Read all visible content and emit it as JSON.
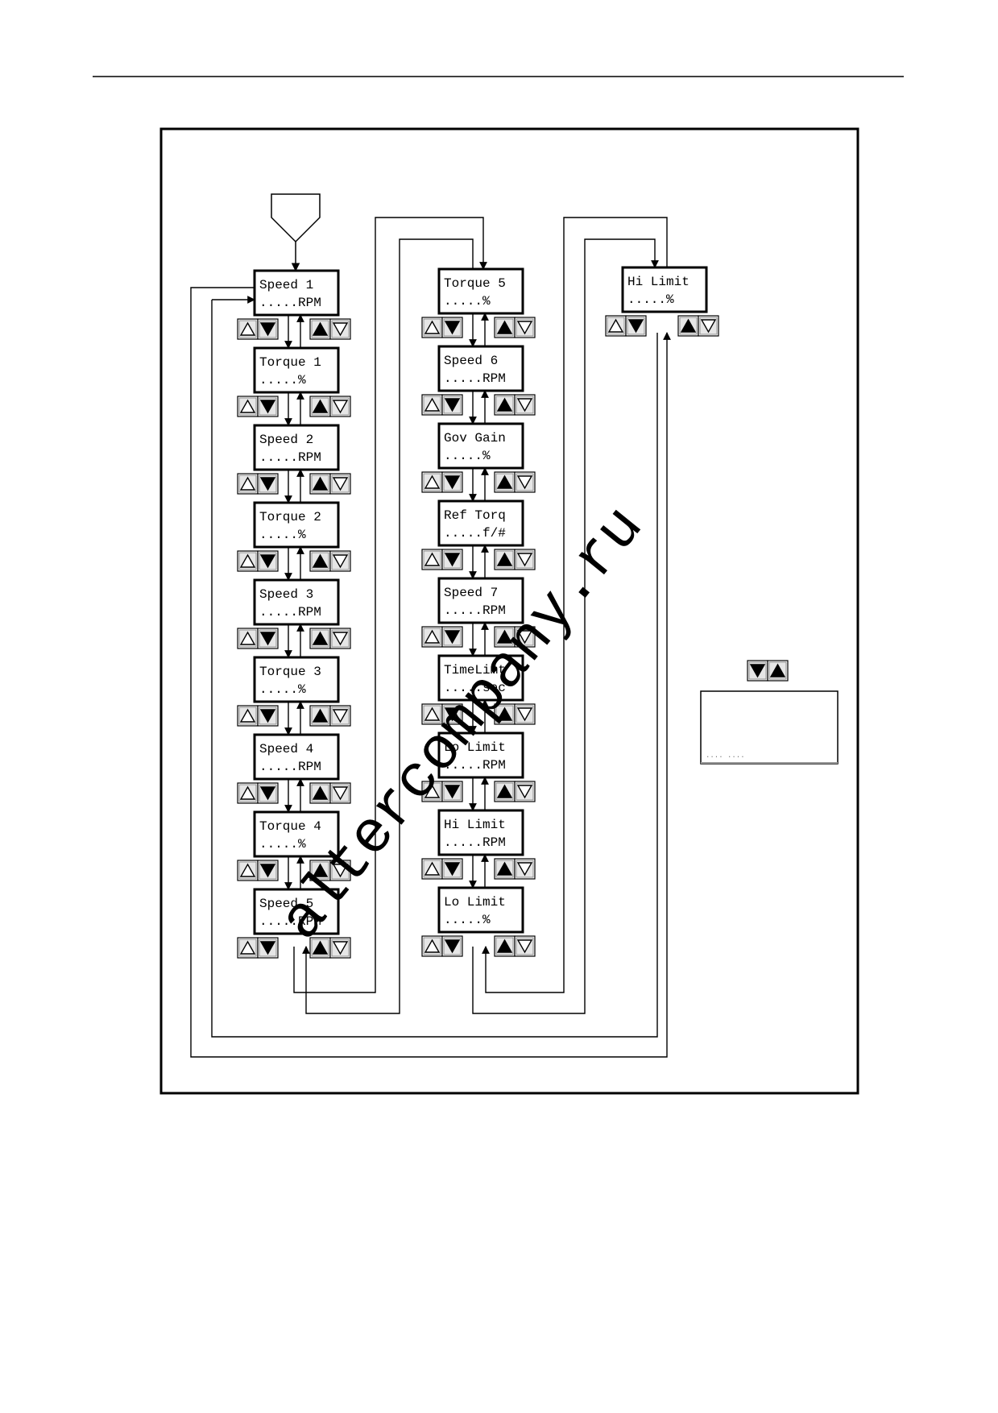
{
  "columns": [
    {
      "screens": [
        {
          "line1": "Speed  1",
          "line2": ".....RPM"
        },
        {
          "line1": "Torque 1",
          "line2": ".....%"
        },
        {
          "line1": "Speed  2",
          "line2": ".....RPM"
        },
        {
          "line1": "Torque 2",
          "line2": ".....%"
        },
        {
          "line1": "Speed  3",
          "line2": ".....RPM"
        },
        {
          "line1": "Torque 3",
          "line2": ".....%"
        },
        {
          "line1": "Speed  4",
          "line2": ".....RPM"
        },
        {
          "line1": "Torque 4",
          "line2": ".....%"
        },
        {
          "line1": "Speed  5",
          "line2": ".....RPM"
        }
      ]
    },
    {
      "screens": [
        {
          "line1": "Torque 5",
          "line2": ".....%"
        },
        {
          "line1": "Speed  6",
          "line2": ".....RPM"
        },
        {
          "line1": "Gov Gain",
          "line2": ".....%"
        },
        {
          "line1": "Ref Torq",
          "line2": ".....f/#"
        },
        {
          "line1": "Speed  7",
          "line2": ".....RPM"
        },
        {
          "line1": "TimeLimt",
          "line2": ".....sec"
        },
        {
          "line1": "Lo Limit",
          "line2": ".....RPM"
        },
        {
          "line1": "Hi Limit",
          "line2": ".....RPM"
        },
        {
          "line1": "Lo Limit",
          "line2": ".....%"
        }
      ]
    },
    {
      "screens": [
        {
          "line1": "Hi Limit",
          "line2": ".....%"
        }
      ]
    }
  ],
  "legend_note": ".... ....",
  "watermark": "altercompany.ru",
  "icons": {
    "up_outline": "up-arrow-outline-icon",
    "down_filled": "down-arrow-filled-icon",
    "up_filled": "up-arrow-filled-icon",
    "down_outline": "down-arrow-outline-icon",
    "entry": "entry-arrow-icon"
  },
  "colors": {
    "ink": "#000000",
    "paper": "#ffffff",
    "button_face": "#e6e6e6",
    "shade": "#7a7a7a"
  }
}
